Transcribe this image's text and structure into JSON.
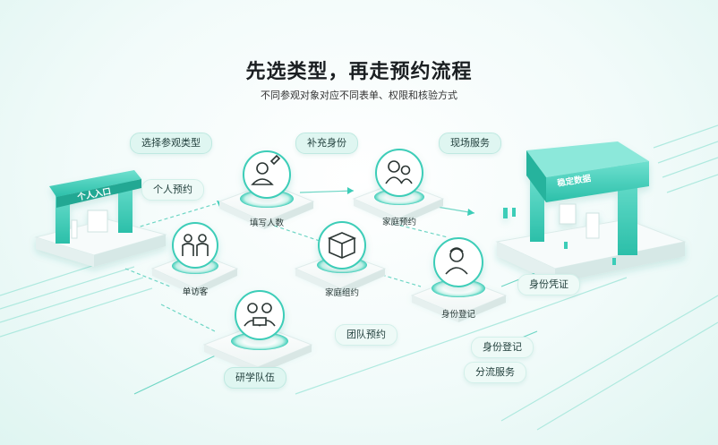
{
  "header": {
    "title": "先选类型，再走预约流程",
    "subtitle": "不同参观对象对应不同表单、权限和核验方式"
  },
  "pills": {
    "select_type": "选择参观类型",
    "supplement_identity": "补充身份",
    "onsite_service": "现场服务",
    "personal_booking": "个人预约",
    "group_booking": "团队预约",
    "identity_voucher": "身份凭证",
    "identity_register": "身份登记",
    "diversion_service": "分流服务",
    "study_team": "研学队伍"
  },
  "nodes": {
    "fill_count": "填写人数",
    "family_booking": "家庭预约",
    "single_visitor": "单访客",
    "family_group": "家庭组约",
    "identity_checkin": "身份登记"
  },
  "gates": {
    "entrance_sign": "个人入口",
    "verify_sign": "稳定数据"
  },
  "colors": {
    "accent": "#3ccdb8",
    "accent_dark": "#1aa894",
    "plate": "#ffffff",
    "line": "#7fdccd"
  }
}
